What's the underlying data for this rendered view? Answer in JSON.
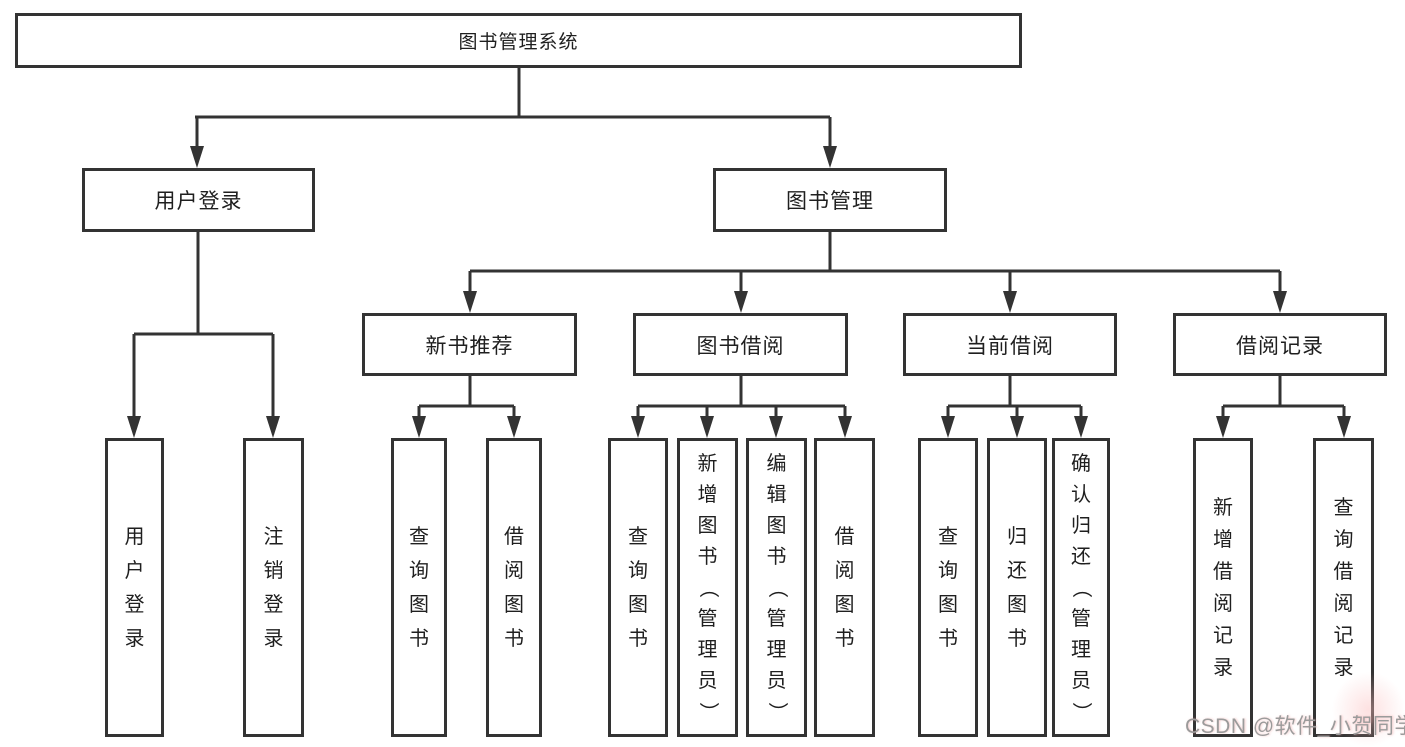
{
  "diagram": {
    "title": "图书管理系统",
    "level2": {
      "user_login": "用户登录",
      "book_management": "图书管理"
    },
    "level3": {
      "new_book_recommendation": "新书推荐",
      "book_borrowing": "图书借阅",
      "current_borrowing": "当前借阅",
      "borrowing_records": "借阅记录"
    },
    "leaves": {
      "user_login": [
        "用户登录",
        "注销登录"
      ],
      "recommendation": [
        "查询图书",
        "借阅图书"
      ],
      "borrowing": [
        "查询图书",
        "新增图书（管理员）",
        "编辑图书（管理员）",
        "借阅图书"
      ],
      "current": [
        "查询图书",
        "归还图书",
        "确认归还（管理员）"
      ],
      "records": [
        "新增借阅记录",
        "查询借阅记录"
      ]
    }
  },
  "watermark": {
    "text": "CSDN @软件_小贺同学",
    "color": "#9b9b9b"
  },
  "colors": {
    "line": "#333333",
    "box_border": "#333333",
    "background": "#ffffff",
    "text": "#1f1f1f"
  }
}
